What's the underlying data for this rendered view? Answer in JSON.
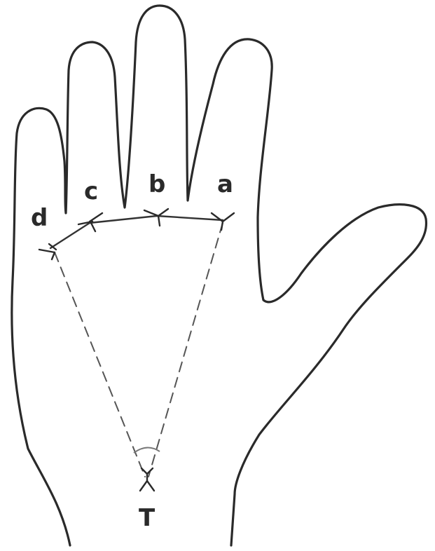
{
  "labels": {
    "a": "a",
    "b": "b",
    "c": "c",
    "d": "d",
    "t": "T"
  }
}
